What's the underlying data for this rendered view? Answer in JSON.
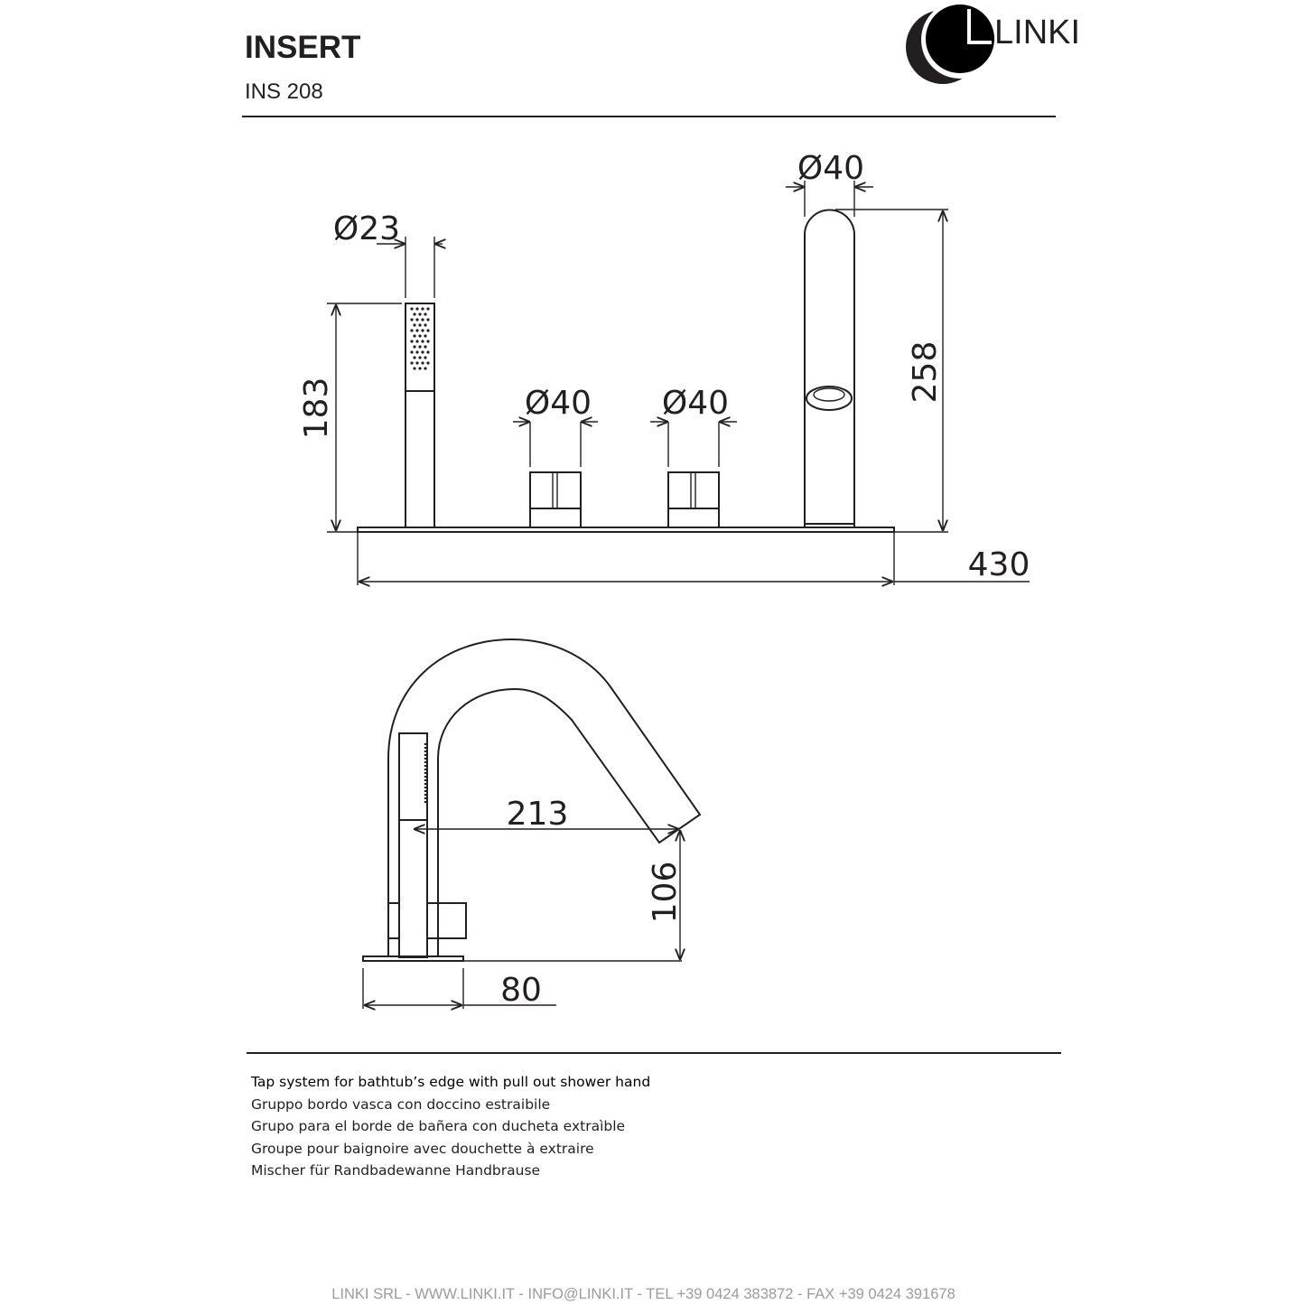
{
  "header": {
    "title": "INSERT",
    "code": "INS 208",
    "brand": "LINKI"
  },
  "front_view": {
    "dims": {
      "hand_shower_diameter": "Ø23",
      "hand_shower_height": "183",
      "knob_left_diameter": "Ø40",
      "knob_right_diameter": "Ø40",
      "spout_diameter": "Ø40",
      "spout_height": "258",
      "total_width": "430"
    }
  },
  "side_view": {
    "dims": {
      "projection": "213",
      "spout_height": "106",
      "base_depth": "80"
    }
  },
  "description": [
    "Tap system for bathtub’s edge with pull out shower hand",
    "Gruppo bordo vasca con doccino estraibile",
    "Grupo para el borde de bañera con ducheta extraìble",
    "Groupe pour baignoire avec douchette à extraire",
    "Mischer für Randbadewanne Handbrause"
  ],
  "footer": "LINKI SRL - WWW.LINKI.IT - INFO@LINKI.IT - TEL +39 0424 383872 - FAX +39 0424 391678"
}
